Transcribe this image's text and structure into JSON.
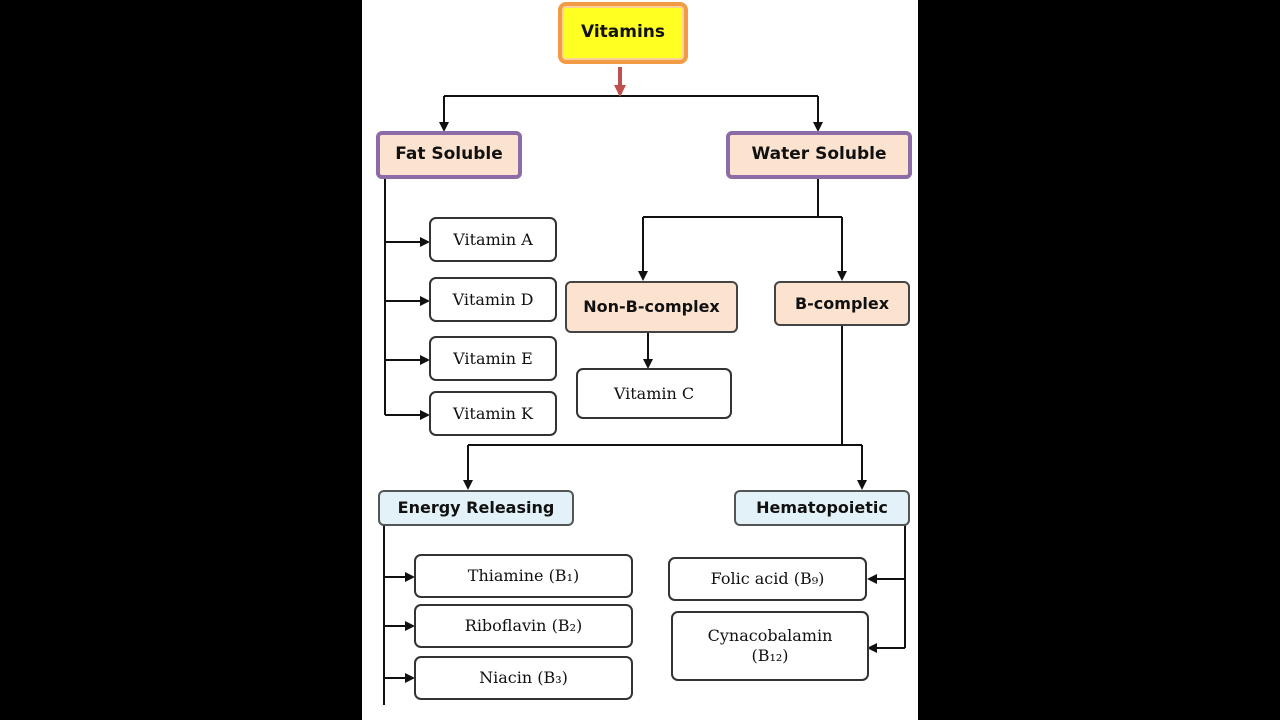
{
  "root": "Vitamins",
  "fat": {
    "label": "Fat Soluble",
    "items": [
      "Vitamin A",
      "Vitamin D",
      "Vitamin E",
      "Vitamin K"
    ]
  },
  "water": {
    "label": "Water Soluble",
    "non_b": {
      "label": "Non-B-complex",
      "items": [
        "Vitamin C"
      ]
    },
    "b_complex": {
      "label": "B-complex",
      "energy": {
        "label": "Energy Releasing",
        "items": [
          "Thiamine (B₁)",
          "Riboflavin (B₂)",
          "Niacin (B₃)"
        ]
      },
      "hemato": {
        "label": "Hematopoietic",
        "items": [
          "Folic acid (B₉)"
        ],
        "cyano_line1": "Cynacobalamin",
        "cyano_line2": "(B₁₂)"
      }
    }
  },
  "colors": {
    "root_fill": "#ffff22",
    "root_border": "#f39a45",
    "category_fill": "#fbe3d0",
    "category_border": "#8d6ba6",
    "subgroup_fill": "#e3f2f8",
    "root_arrow": "#c0504d"
  }
}
